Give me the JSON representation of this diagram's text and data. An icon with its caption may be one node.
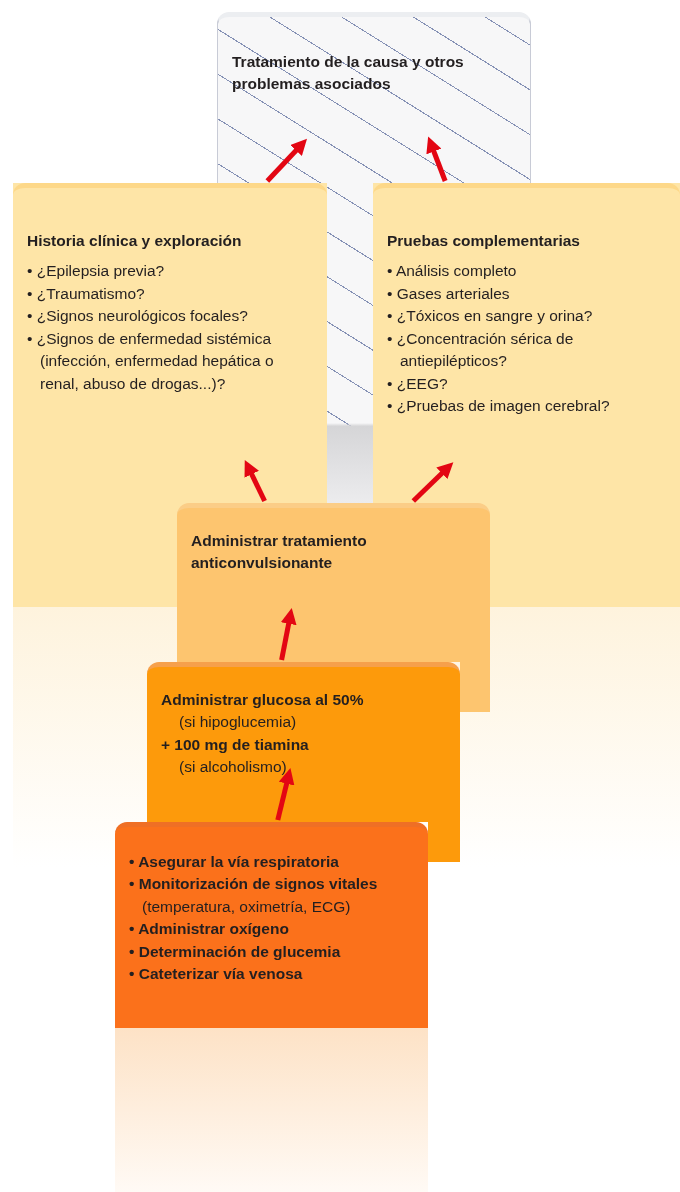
{
  "diagram": {
    "nodes": [
      {
        "text": [
          "Tratamiento de la causa y otros problemas asociados"
        ]
      },
      {
        "text": [
          "Historia clínica y exploración",
          "• ¿Epilepsia previa?",
          "• ¿Traumatismo?",
          "• ¿Signos neurológicos focales?",
          "• ¿Signos de enfermedad sistémica (infección, enfermedad hepática o renal, abuso de drogas...)?"
        ]
      },
      {
        "text": [
          "Pruebas complementarias",
          "• Análisis completo",
          "• Gases arteriales",
          "• ¿Tóxicos en sangre y orina?",
          "• ¿Concentración sérica de antiepilépticos?",
          "• ¿EEG?",
          "• ¿Pruebas de imagen cerebral?"
        ]
      },
      {
        "text": [
          "Administrar tratamiento anticonvulsionante"
        ]
      },
      {
        "text": [
          "Administrar glucosa al 50%",
          "(si hipoglucemia)",
          "+ 100 mg de tiamina",
          "(si alcoholismo)"
        ]
      },
      {
        "text": [
          "• Asegurar la vía respiratoria",
          "• Monitorización de signos vitales",
          "(temperatura, oximetría, ECG)",
          "• Administrar oxígeno",
          "• Determinación de glucemia",
          "• Cateterizar vía venosa"
        ]
      }
    ],
    "edges": [
      {
        "from": 1,
        "to": 0,
        "arrow": "to",
        "color": "#e30613"
      },
      {
        "from": 2,
        "to": 0,
        "arrow": "to",
        "color": "#e30613"
      },
      {
        "from": 3,
        "to": 1,
        "arrow": "to",
        "color": "#e30613"
      },
      {
        "from": 3,
        "to": 2,
        "arrow": "to",
        "color": "#e30613"
      },
      {
        "from": 4,
        "to": 3,
        "arrow": "to",
        "color": "#e30613"
      },
      {
        "from": 5,
        "to": 4,
        "arrow": "to",
        "color": "#e30613"
      }
    ]
  }
}
